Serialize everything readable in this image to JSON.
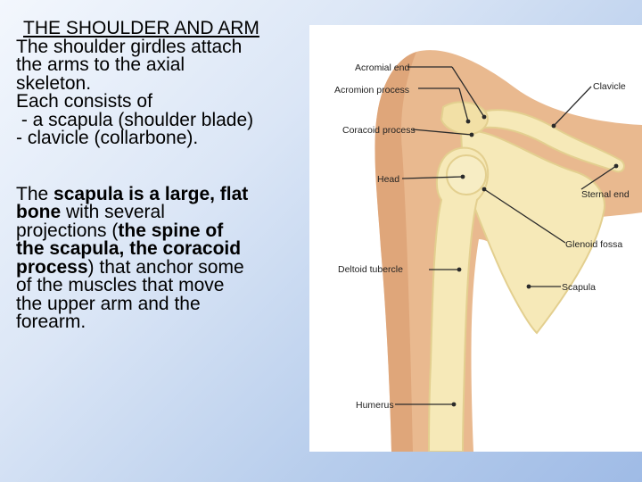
{
  "slide": {
    "title": "THE SHOULDER AND ARM",
    "para1": [
      "The shoulder girdles attach",
      "the arms to the axial",
      "skeleton.",
      "Each consists of",
      " - a scapula (shoulder blade)",
      "- clavicle (collarbone)."
    ],
    "para2": {
      "l1": {
        "pre": "The ",
        "bold": "scapula is a large, flat",
        "post": ""
      },
      "l2": {
        "bold": "bone",
        "post": " with several"
      },
      "l3": {
        "pre": "projections (",
        "bold": "the spine of"
      },
      "l4": {
        "bold": "the scapula, the coracoid"
      },
      "l5": {
        "bold": "process",
        "post": ") that anchor some"
      },
      "l6": "of the muscles that move",
      "l7": "the upper arm and the",
      "l8": "forearm."
    }
  },
  "diagram": {
    "labels": {
      "acromial_end": "Acromial end",
      "acromion_process": "Acromion process",
      "clavicle": "Clavicle",
      "coracoid_process": "Coracoid process",
      "head": "Head",
      "sternal_end": "Sternal end",
      "glenoid_fossa": "Glenoid fossa",
      "deltoid_tubercle": "Deltoid tubercle",
      "scapula": "Scapula",
      "humerus": "Humerus"
    },
    "colors": {
      "bone": "#f6e9b8",
      "bone_shadow": "#e3cf8f",
      "skin": "#e9b98f",
      "skin_dark": "#d99a6c",
      "leader": "#2a2a2a"
    }
  }
}
